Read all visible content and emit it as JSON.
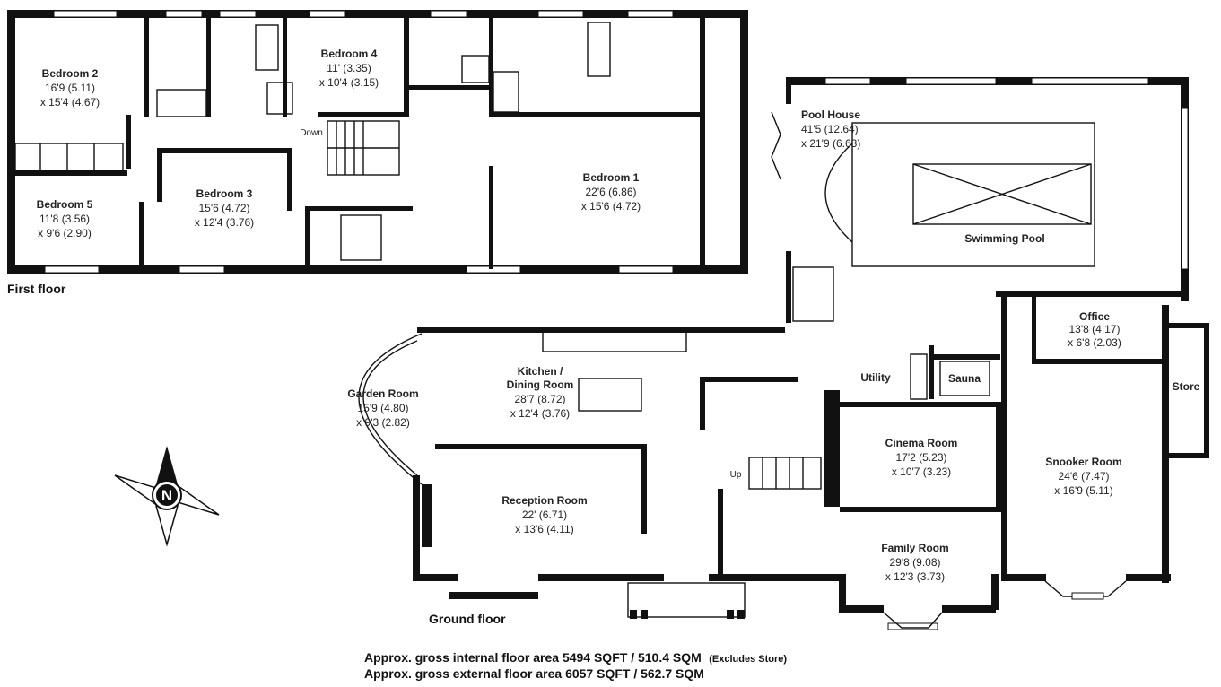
{
  "floors": {
    "first": "First floor",
    "ground": "Ground floor"
  },
  "rooms": {
    "bedroom2": {
      "name": "Bedroom 2",
      "dim1": "16'9 (5.11)",
      "dim2": "x 15'4 (4.67)"
    },
    "bedroom4": {
      "name": "Bedroom 4",
      "dim1": "11' (3.35)",
      "dim2": "x 10'4 (3.15)"
    },
    "bedroom1": {
      "name": "Bedroom 1",
      "dim1": "22'6 (6.86)",
      "dim2": "x 15'6 (4.72)"
    },
    "bedroom5": {
      "name": "Bedroom 5",
      "dim1": "11'8 (3.56)",
      "dim2": "x 9'6 (2.90)"
    },
    "bedroom3": {
      "name": "Bedroom 3",
      "dim1": "15'6 (4.72)",
      "dim2": "x 12'4 (3.76)"
    },
    "poolhouse": {
      "name": "Pool House",
      "dim1": "41'5 (12.64)",
      "dim2": "x 21'9 (6.63)"
    },
    "pool": {
      "name": "Swimming Pool"
    },
    "office": {
      "name": "Office",
      "dim1": "13'8 (4.17)",
      "dim2": "x 6'8 (2.03)"
    },
    "store": {
      "name": "Store"
    },
    "utility": {
      "name": "Utility"
    },
    "sauna": {
      "name": "Sauna"
    },
    "garden": {
      "name": "Garden Room",
      "dim1": "15'9 (4.80)",
      "dim2": "x 9'3 (2.82)"
    },
    "kitchen": {
      "name1": "Kitchen /",
      "name2": "Dining Room",
      "dim1": "28'7 (8.72)",
      "dim2": "x 12'4 (3.76)"
    },
    "cinema": {
      "name": "Cinema Room",
      "dim1": "17'2 (5.23)",
      "dim2": "x 10'7 (3.23)"
    },
    "snooker": {
      "name": "Snooker Room",
      "dim1": "24'6 (7.47)",
      "dim2": "x 16'9 (5.11)"
    },
    "reception": {
      "name": "Reception Room",
      "dim1": "22' (6.71)",
      "dim2": "x 13'6 (4.11)"
    },
    "family": {
      "name": "Family Room",
      "dim1": "29'8 (9.08)",
      "dim2": "x 12'3 (3.73)"
    }
  },
  "stairs": {
    "down": "Down",
    "up": "Up"
  },
  "compass": {
    "letter": "N"
  },
  "area": {
    "internal": "Approx. gross internal floor area 5494 SQFT / 510.4 SQM",
    "internal_note": "(Excludes Store)",
    "external": "Approx. gross external floor area 6057 SQFT / 562.7 SQM"
  }
}
